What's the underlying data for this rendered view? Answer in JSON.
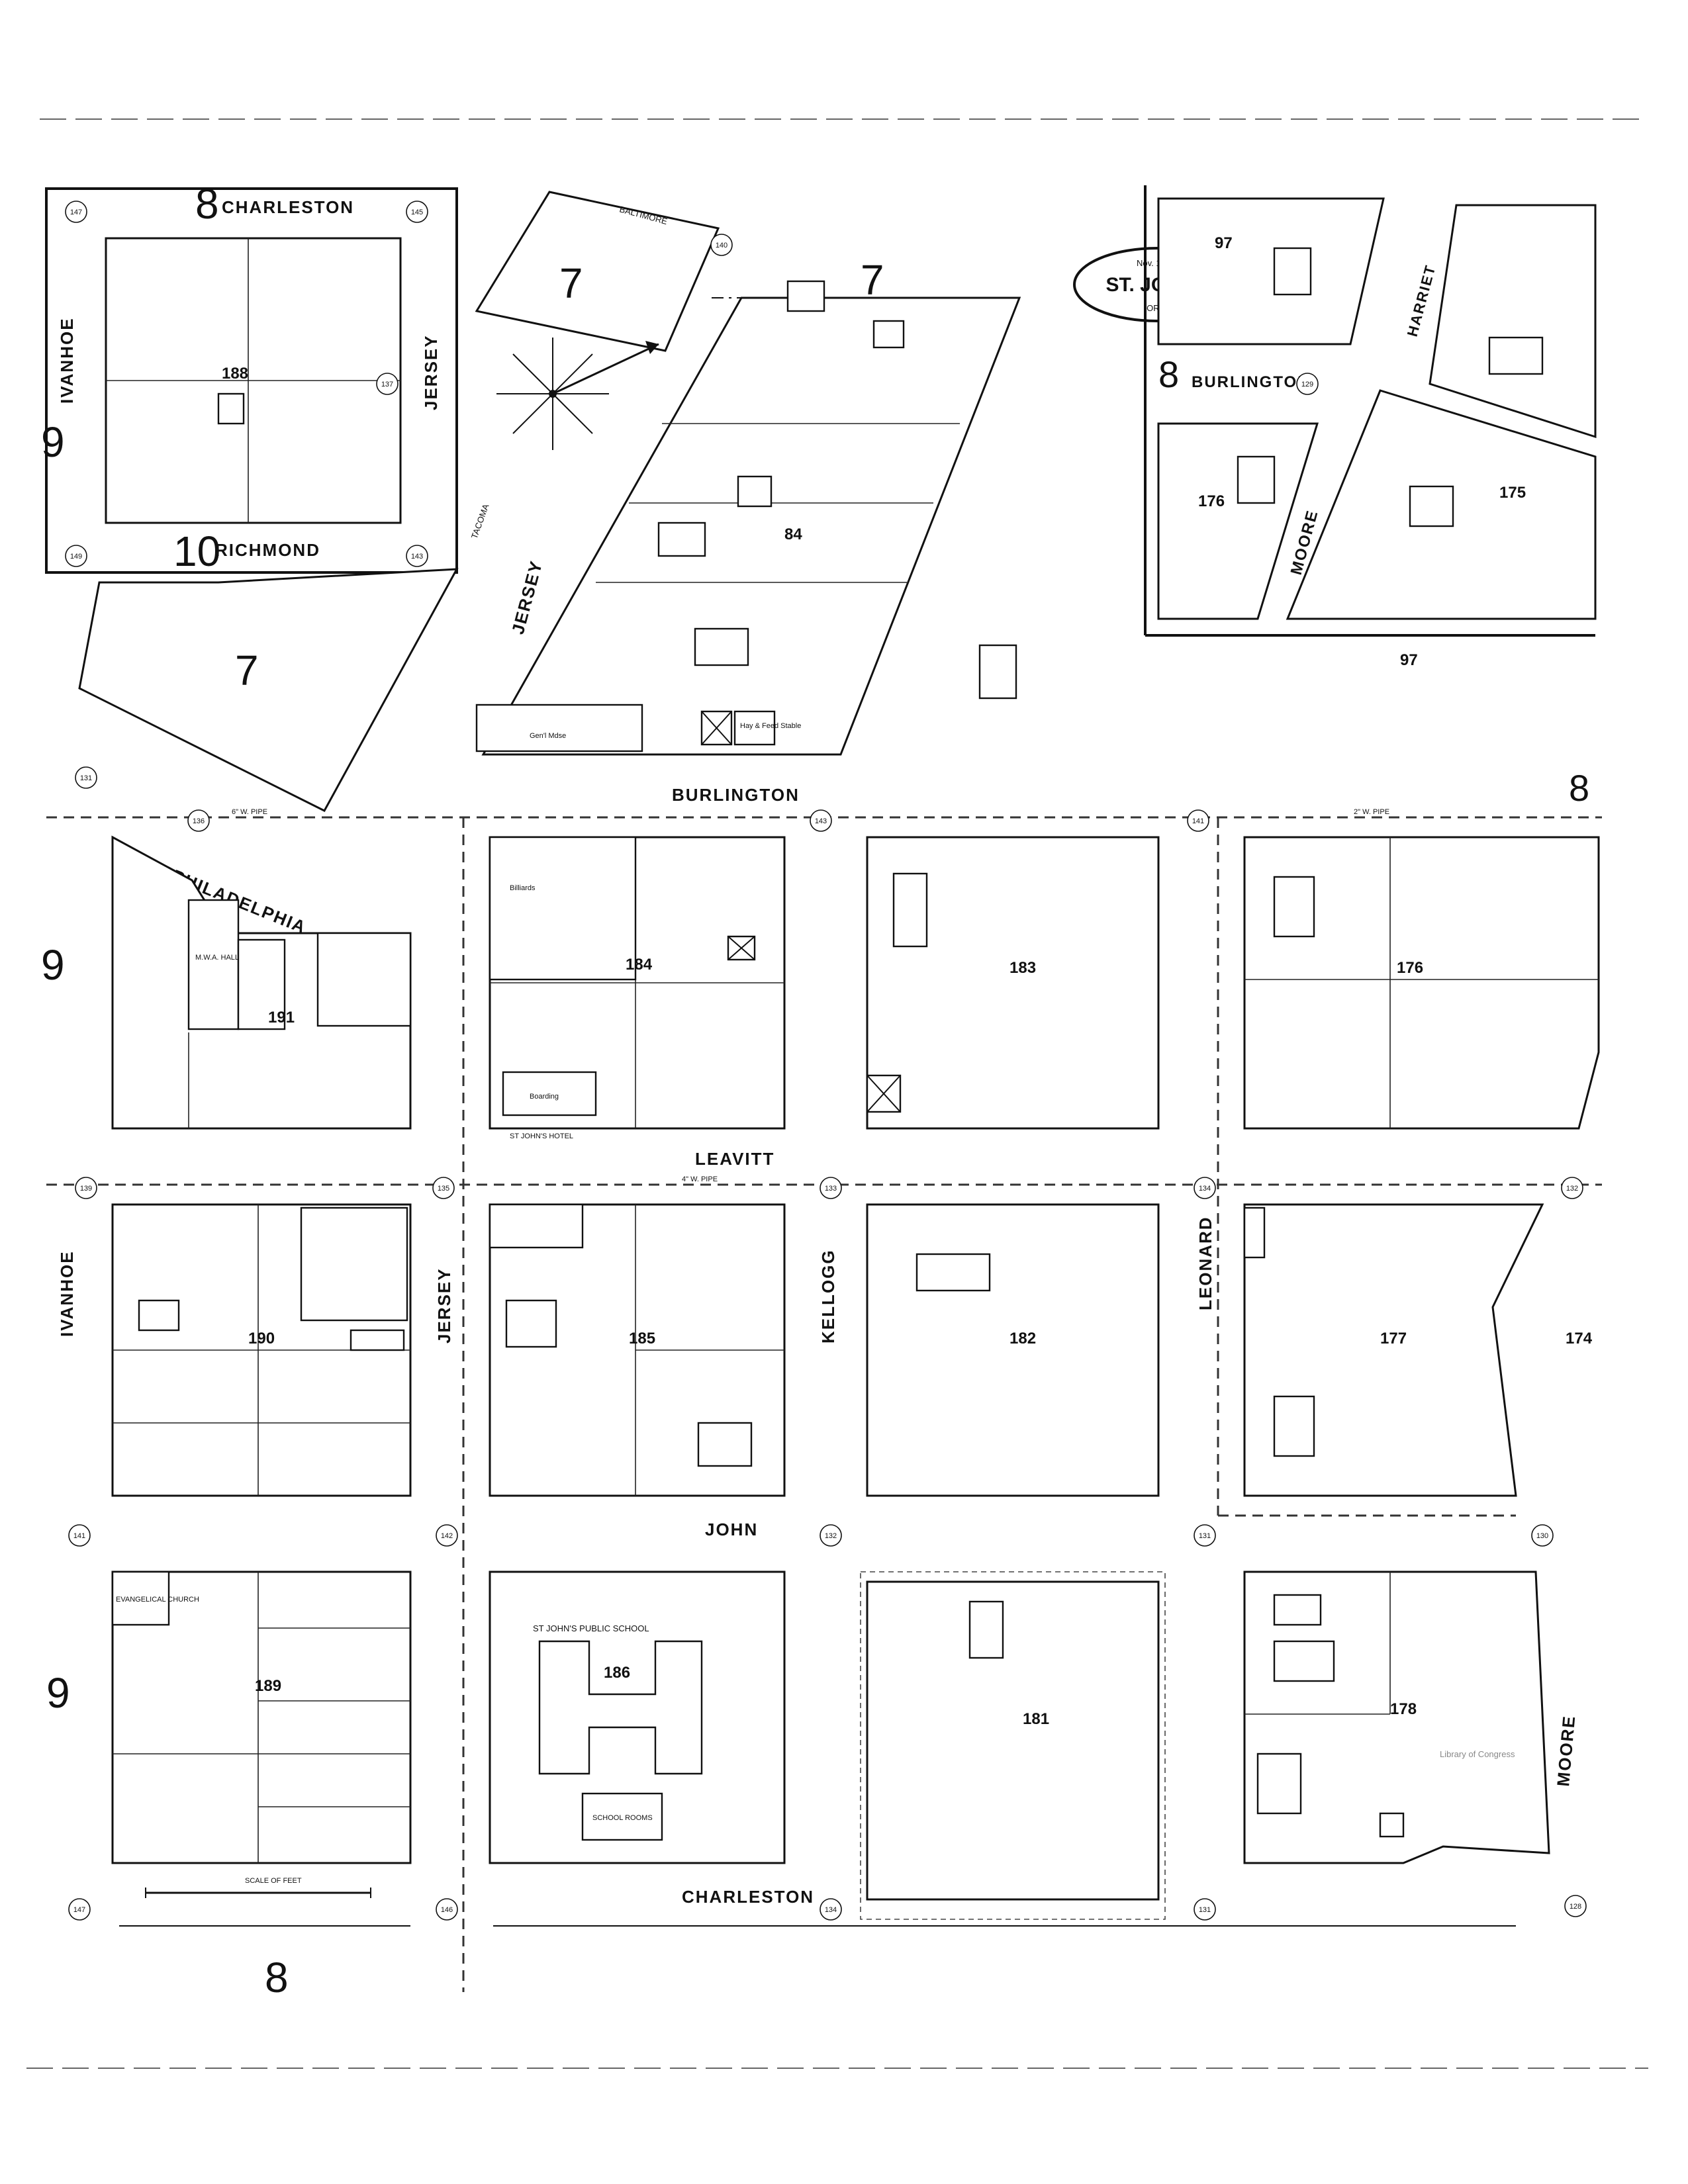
{
  "title_cartouche": {
    "date": "Nov. 1905.",
    "city": "ST. JOHNS",
    "state": "ORE."
  },
  "sheet_number": "8",
  "adjoining_sheets": [
    "8",
    "9",
    "10",
    "7"
  ],
  "streets": {
    "charleston": "CHARLESTON",
    "richmond": "RICHMOND",
    "ivanhoe": "IVANHOE",
    "jersey": "JERSEY",
    "baltimore": "BALTIMORE",
    "tacoma": "TACOMA",
    "philadelphia": "PHILADELPHIA",
    "burlington": "BURLINGTON",
    "leavitt": "LEAVITT",
    "kellogg": "KELLOGG",
    "leonard": "LEONARD",
    "john": "JOHN",
    "moore": "MOORE",
    "harriet": "HARRIET"
  },
  "blocks": {
    "b188": "188",
    "b84": "84",
    "b176a": "176",
    "b175": "175",
    "b97a": "97",
    "b97b": "97",
    "b191": "191",
    "b184": "184",
    "b183": "183",
    "b176b": "176",
    "b190": "190",
    "b185": "185",
    "b182": "182",
    "b177": "177",
    "b174": "174",
    "b189": "189",
    "b186": "186",
    "b181": "181",
    "b178": "178"
  },
  "labels": {
    "st_johns_hotel": "ST JOHN'S HOTEL",
    "boarding": "Boarding",
    "billiards": "Billiards",
    "mwa_hall": "M.W.A. HALL",
    "evangelical_church": "EVANGELICAL CHURCH",
    "public_school": "ST JOHN'S PUBLIC SCHOOL",
    "school_rooms": "SCHOOL ROOMS",
    "scale": "SCALE OF FEET",
    "library_stamp": "Library of Congress",
    "gen_mdse": "Gen'l Mdse",
    "hay_feed": "Hay & Feed Stable",
    "pipe_2w": "2\" W. PIPE",
    "pipe_4w": "4\" W. PIPE",
    "pipe_6w": "6\" W. PIPE"
  },
  "hydrant_numbers": [
    "147",
    "145",
    "140",
    "149",
    "143",
    "137",
    "136",
    "143",
    "141",
    "139",
    "135",
    "133",
    "134",
    "132",
    "141",
    "142",
    "132",
    "131",
    "130",
    "147",
    "146",
    "134",
    "131",
    "128",
    "129",
    "131"
  ]
}
